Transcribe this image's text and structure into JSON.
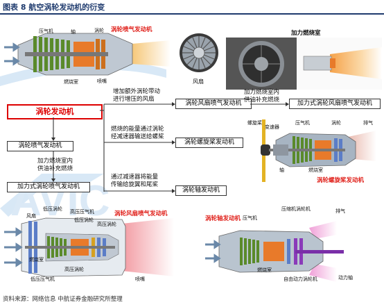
{
  "figure_title": "图表 8 航空涡轮发动机的衍变",
  "source": "资料来源：网络信息 中航证券金融研究所整理",
  "watermark": "AVIC",
  "boxes": {
    "turbine": "涡轮发动机",
    "turbojet": "涡轮喷气发动机",
    "afterburning_turbojet": "加力式涡轮喷气发动机",
    "turbofan": "涡轮风扇喷气发动机",
    "afterburning_turbofan": "加力式涡轮风扇喷气发动机",
    "turboprop": "涡轮螺旋桨发动机",
    "turboshaft": "涡轮轴发动机"
  },
  "notes": {
    "to_turbojet_af": "加力燃烧室内\n供油补充燃烧",
    "to_turbofan": "增加额外涡轮带动\n进行增压的风扇",
    "to_turbofan_af": "加力燃烧室内\n供油补充燃烧",
    "to_turboprop": "燃烧的能量通过涡轮\n经减速器输送给螺桨",
    "to_turboshaft": "通过减速器将能量\n传输给旋翼和尾桨"
  },
  "illustrations": {
    "turbojet": {
      "caption": "涡轮喷气发动机",
      "labels": [
        "压气机",
        "轴",
        "涡轮",
        "燃烧室",
        "喷嘴"
      ]
    },
    "fan": {
      "caption": "风扇"
    },
    "afterburner": {
      "caption": "加力燃烧室"
    },
    "turboprop": {
      "caption": "涡轮螺旋桨发动机",
      "labels": [
        "螺旋桨",
        "变速器",
        "压气机",
        "涡轮",
        "排气",
        "轴",
        "燃烧室"
      ]
    },
    "turbofan": {
      "caption": "涡轮风扇喷气发动机",
      "labels": [
        "风扇",
        "低压涡轮",
        "高压压气机",
        "低压涡轮",
        "高压涡轮",
        "燃烧室",
        "低压压气机",
        "高压涡轮",
        "喷嘴"
      ]
    },
    "turboshaft": {
      "caption": "涡轮轴发动机",
      "labels": [
        "压气机",
        "压缩机涡轮机",
        "排气",
        "燃烧室",
        "自由动力涡轮机",
        "动力轴"
      ]
    }
  },
  "colors": {
    "accent_red": "#e0201a",
    "title_blue": "#1f3b6e",
    "watermark_blue": "#9fc4e6",
    "engine_green": "#5a8a2a"
  }
}
